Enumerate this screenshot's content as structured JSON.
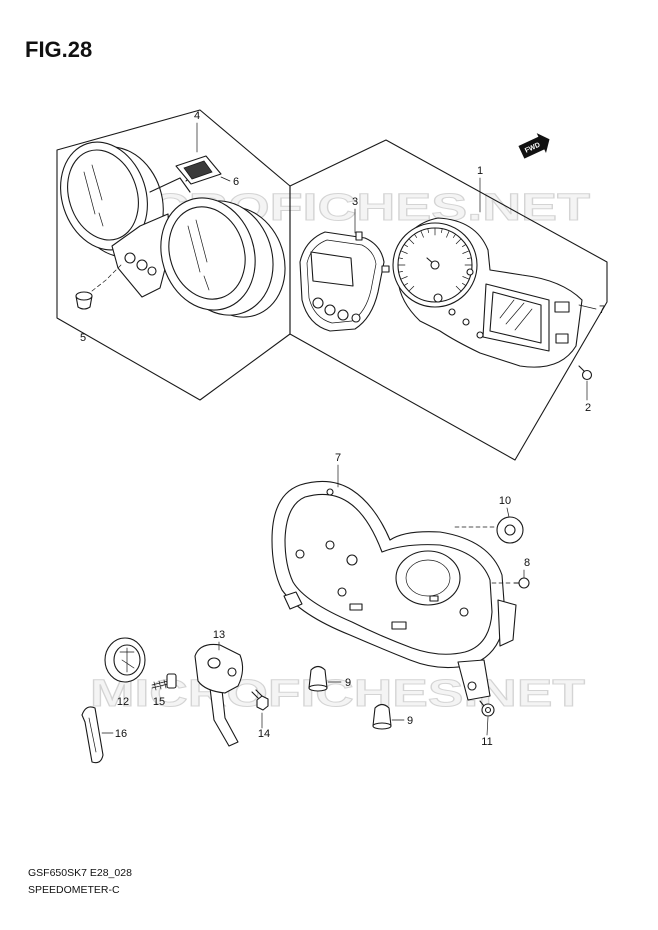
{
  "figure": {
    "title": "FIG.28",
    "code": "GSF650SK7 E28_028",
    "caption": "SPEEDOMETER-C"
  },
  "fwd_label": "FWD",
  "watermark": "MICROFICHES.NET",
  "callouts": [
    "4",
    "6",
    "5",
    "3",
    "1",
    "7",
    "2",
    "7",
    "10",
    "8",
    "13",
    "9",
    "12",
    "15",
    "16",
    "14",
    "9",
    "11"
  ]
}
